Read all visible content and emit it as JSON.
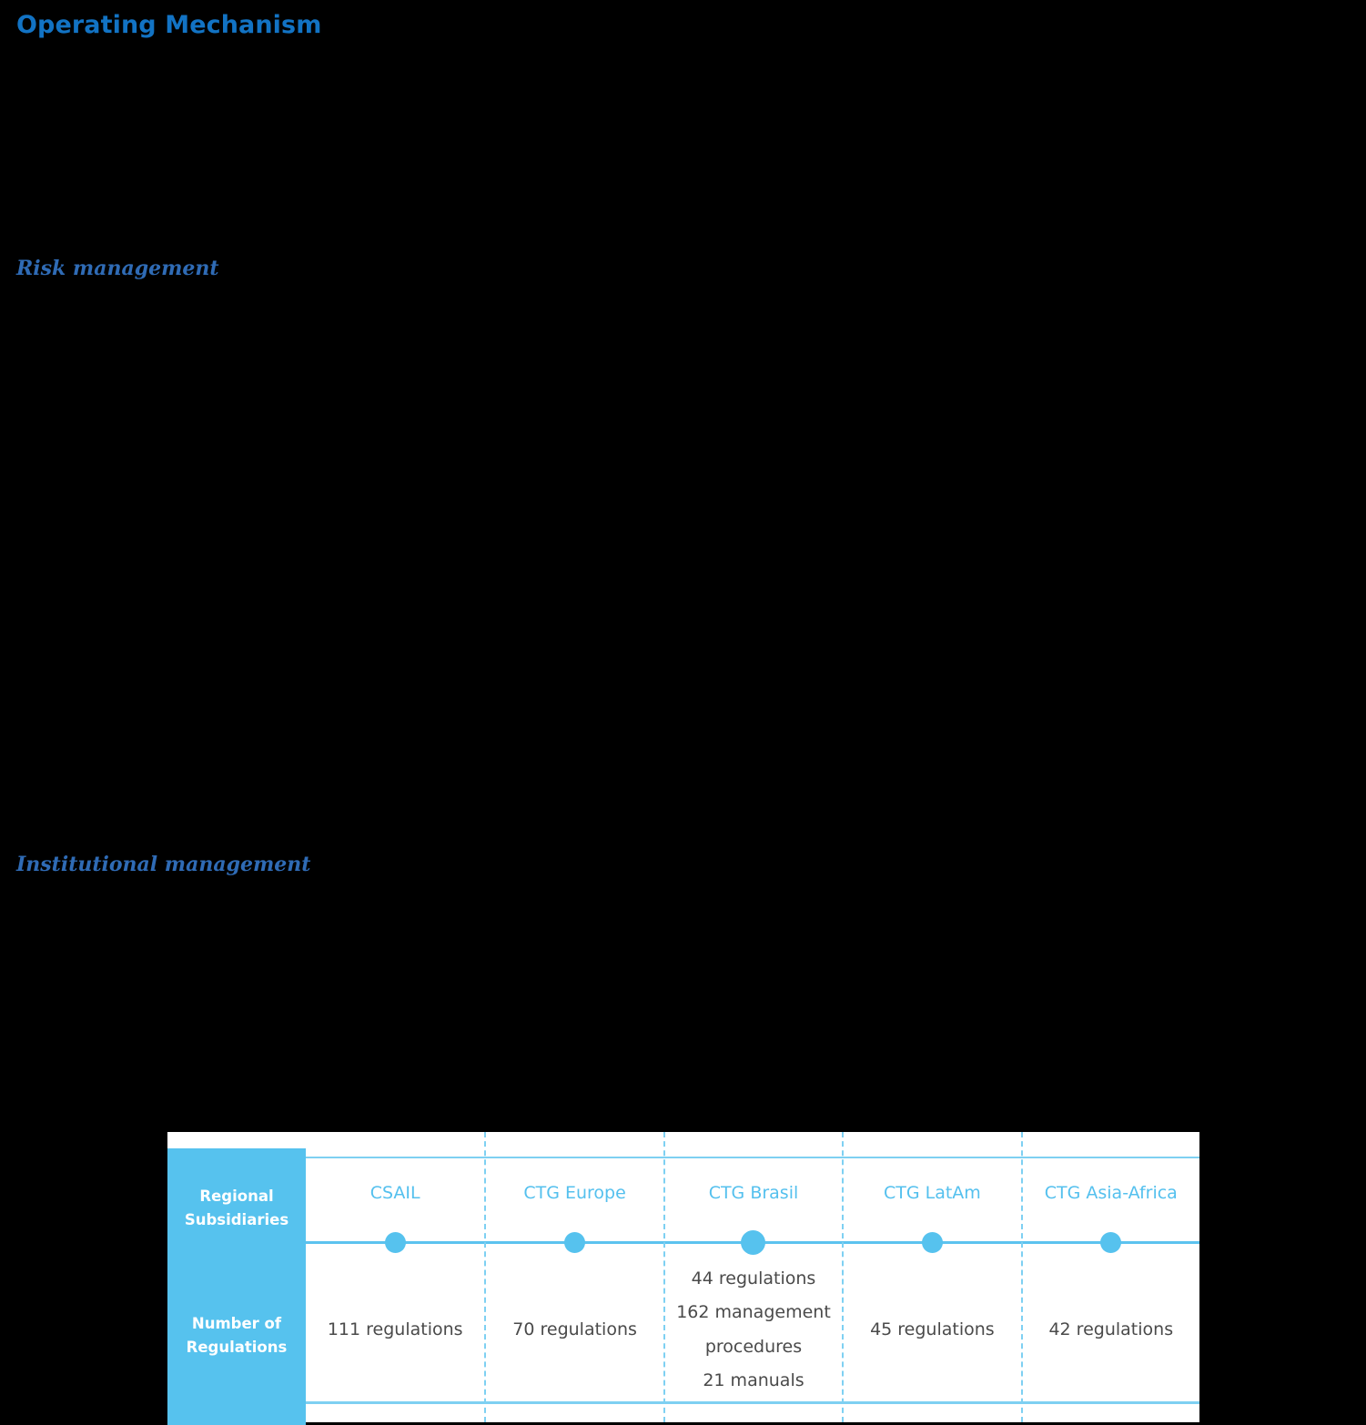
{
  "page": {
    "title": "Operating Mechanism",
    "background_color": "#000000",
    "title_color": "#1273c4",
    "heading_color": "#2f6bb5",
    "accent_color": "#56c2ee"
  },
  "sections": [
    {
      "heading": "Risk management"
    },
    {
      "heading": "Institutional management"
    }
  ],
  "table": {
    "row_labels": {
      "subsidiaries": "Regional\nSubsidiaries",
      "subsidiaries_line1": "Regional",
      "subsidiaries_line2": "Subsidiaries",
      "regulations_line1": "Number of",
      "regulations_line2": "Regulations"
    },
    "columns": [
      {
        "name": "CSAIL",
        "value_lines": [
          "111 regulations"
        ]
      },
      {
        "name": "CTG Europe",
        "value_lines": [
          "70 regulations"
        ]
      },
      {
        "name": "CTG Brasil",
        "value_lines": [
          "44 regulations",
          "162 management",
          "procedures",
          "21 manuals"
        ]
      },
      {
        "name": "CTG LatAm",
        "value_lines": [
          "45 regulations"
        ]
      },
      {
        "name": "CTG Asia-Africa",
        "value_lines": [
          "42 regulations"
        ]
      }
    ]
  }
}
